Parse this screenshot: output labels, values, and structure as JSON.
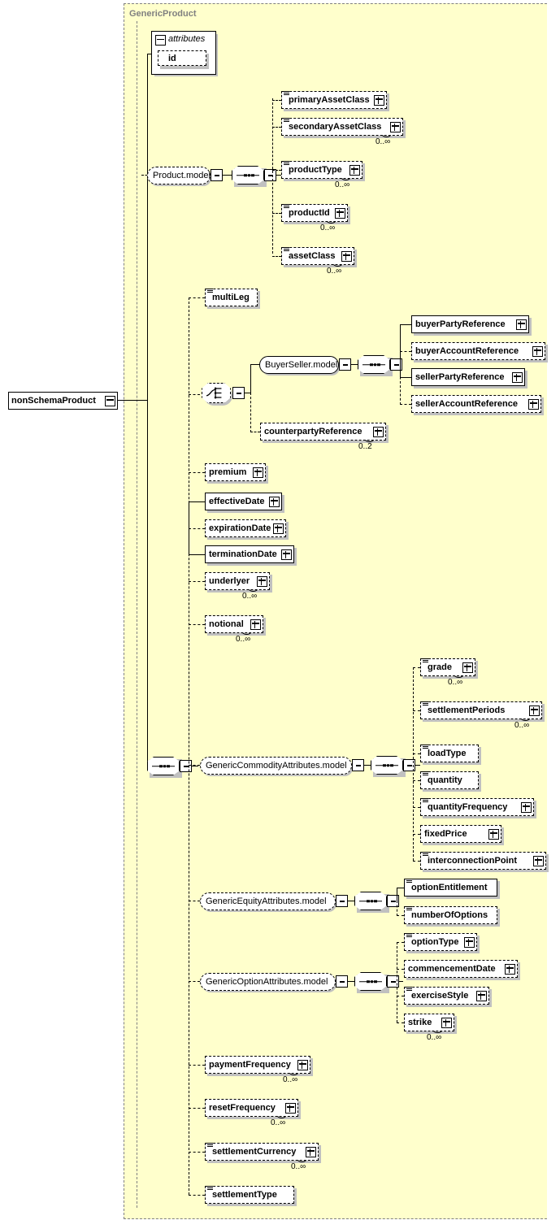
{
  "diagram": {
    "type": "xml-schema-element-diagram",
    "root_element": {
      "name": "nonSchemaProduct",
      "expander": "minus"
    },
    "group": {
      "name": "GenericProduct",
      "background_color": "#ffffcc",
      "label_color": "#808080"
    },
    "attributes_box": {
      "title": "attributes",
      "expander": "minus",
      "items": [
        {
          "name": "id",
          "required": false
        }
      ]
    },
    "models": {
      "product": {
        "name": "Product.model",
        "expander": "minus",
        "compositor": "sequence"
      },
      "buyer_seller": {
        "name": "BuyerSeller.model",
        "expander": "minus",
        "compositor": "sequence"
      },
      "commodity": {
        "name": "GenericCommodityAttributes.model",
        "expander": "minus",
        "compositor": "sequence"
      },
      "equity": {
        "name": "GenericEquityAttributes.model",
        "expander": "minus",
        "compositor": "sequence"
      },
      "option": {
        "name": "GenericOptionAttributes.model",
        "expander": "minus",
        "compositor": "sequence"
      }
    },
    "compositors": {
      "main_sequence": {
        "kind": "sequence",
        "expander": "minus",
        "required": true
      },
      "party_choice": {
        "kind": "choice",
        "expander": "minus",
        "required": false
      }
    },
    "product_model_children": [
      {
        "name": "primaryAssetClass",
        "required": false,
        "expander": "plus",
        "occurs": "",
        "type_icon": true
      },
      {
        "name": "secondaryAssetClass",
        "required": false,
        "expander": "plus",
        "occurs": "0..∞",
        "type_icon": true
      },
      {
        "name": "productType",
        "required": false,
        "expander": "plus",
        "occurs": "0..∞",
        "type_icon": true
      },
      {
        "name": "productId",
        "required": false,
        "expander": "plus",
        "occurs": "0..∞",
        "type_icon": true
      },
      {
        "name": "assetClass",
        "required": false,
        "expander": "plus",
        "occurs": "0..∞",
        "type_icon": true
      }
    ],
    "buyer_seller_children": [
      {
        "name": "buyerPartyReference",
        "required": true,
        "expander": "plus",
        "occurs": "",
        "type_icon": false
      },
      {
        "name": "buyerAccountReference",
        "required": false,
        "expander": "plus",
        "occurs": "",
        "type_icon": false
      },
      {
        "name": "sellerPartyReference",
        "required": true,
        "expander": "plus",
        "occurs": "",
        "type_icon": false
      },
      {
        "name": "sellerAccountReference",
        "required": false,
        "expander": "plus",
        "occurs": "",
        "type_icon": false
      }
    ],
    "choice_children": [
      {
        "name": "counterpartyReference",
        "required": false,
        "expander": "plus",
        "occurs": "0..2",
        "type_icon": false
      }
    ],
    "main_children": [
      {
        "name": "multiLeg",
        "required": false,
        "expander": "none",
        "occurs": "",
        "type_icon": true
      },
      {
        "name": "premium",
        "required": false,
        "expander": "plus",
        "occurs": "",
        "type_icon": false
      },
      {
        "name": "effectiveDate",
        "required": true,
        "expander": "plus",
        "occurs": "",
        "type_icon": false
      },
      {
        "name": "expirationDate",
        "required": false,
        "expander": "plus",
        "occurs": "",
        "type_icon": false
      },
      {
        "name": "terminationDate",
        "required": true,
        "expander": "plus",
        "occurs": "",
        "type_icon": false
      },
      {
        "name": "underlyer",
        "required": false,
        "expander": "plus",
        "occurs": "0..∞",
        "type_icon": false
      },
      {
        "name": "notional",
        "required": false,
        "expander": "plus",
        "occurs": "0..∞",
        "type_icon": false
      },
      {
        "name": "paymentFrequency",
        "required": false,
        "expander": "plus",
        "occurs": "0..∞",
        "type_icon": false
      },
      {
        "name": "resetFrequency",
        "required": false,
        "expander": "plus",
        "occurs": "0..∞",
        "type_icon": false
      },
      {
        "name": "settlementCurrency",
        "required": false,
        "expander": "plus",
        "occurs": "0..∞",
        "type_icon": true
      },
      {
        "name": "settlementType",
        "required": false,
        "expander": "none",
        "occurs": "",
        "type_icon": true
      }
    ],
    "commodity_children": [
      {
        "name": "grade",
        "required": false,
        "expander": "plus",
        "occurs": "0..∞",
        "type_icon": true
      },
      {
        "name": "settlementPeriods",
        "required": false,
        "expander": "plus",
        "occurs": "0..∞",
        "type_icon": true
      },
      {
        "name": "loadType",
        "required": false,
        "expander": "none",
        "occurs": "",
        "type_icon": true
      },
      {
        "name": "quantity",
        "required": false,
        "expander": "none",
        "occurs": "",
        "type_icon": true
      },
      {
        "name": "quantityFrequency",
        "required": false,
        "expander": "plus",
        "occurs": "",
        "type_icon": true
      },
      {
        "name": "fixedPrice",
        "required": false,
        "expander": "plus",
        "occurs": "",
        "type_icon": false
      },
      {
        "name": "interconnectionPoint",
        "required": false,
        "expander": "plus",
        "occurs": "",
        "type_icon": true
      }
    ],
    "equity_children": [
      {
        "name": "optionEntitlement",
        "required": true,
        "expander": "none",
        "occurs": "",
        "type_icon": true
      },
      {
        "name": "numberOfOptions",
        "required": false,
        "expander": "none",
        "occurs": "",
        "type_icon": true
      }
    ],
    "option_children": [
      {
        "name": "optionType",
        "required": false,
        "expander": "plus",
        "occurs": "",
        "type_icon": true
      },
      {
        "name": "commencementDate",
        "required": false,
        "expander": "plus",
        "occurs": "",
        "type_icon": false
      },
      {
        "name": "exerciseStyle",
        "required": false,
        "expander": "plus",
        "occurs": "",
        "type_icon": true
      },
      {
        "name": "strike",
        "required": false,
        "expander": "plus",
        "occurs": "0..∞",
        "type_icon": false
      }
    ]
  }
}
